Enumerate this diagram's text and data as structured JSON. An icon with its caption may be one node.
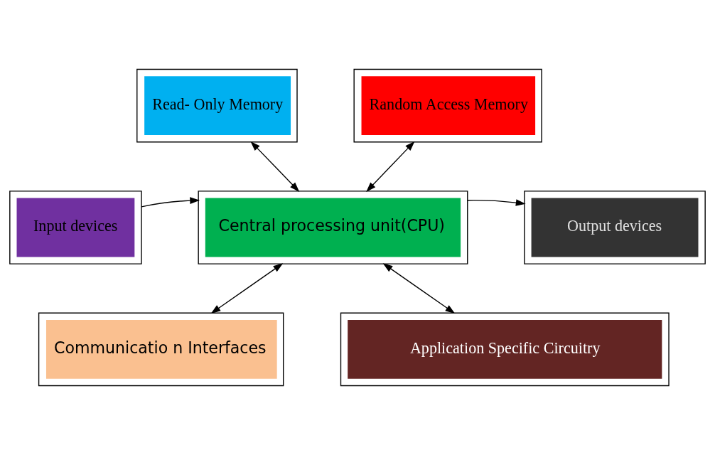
{
  "diagram": {
    "nodes": [
      {
        "text": [
          "Read- Only Memory"
        ]
      },
      {
        "text": [
          "Random Access Memory"
        ]
      },
      {
        "text": [
          "Input devices"
        ]
      },
      {
        "text": [
          "Central processing unit(CPU)"
        ]
      },
      {
        "text": [
          "Output devices"
        ]
      },
      {
        "text": [
          "Communicatio n Interfaces"
        ]
      },
      {
        "text": [
          "Application Specific Circuitry"
        ]
      }
    ],
    "edges": [
      {
        "from": 0,
        "to": 3,
        "arrow": "both"
      },
      {
        "from": 1,
        "to": 3,
        "arrow": "both"
      },
      {
        "from": 2,
        "to": 3,
        "arrow": "to"
      },
      {
        "from": 3,
        "to": 4,
        "arrow": "to"
      },
      {
        "from": 3,
        "to": 5,
        "arrow": "both"
      },
      {
        "from": 3,
        "to": 6,
        "arrow": "both"
      }
    ]
  }
}
